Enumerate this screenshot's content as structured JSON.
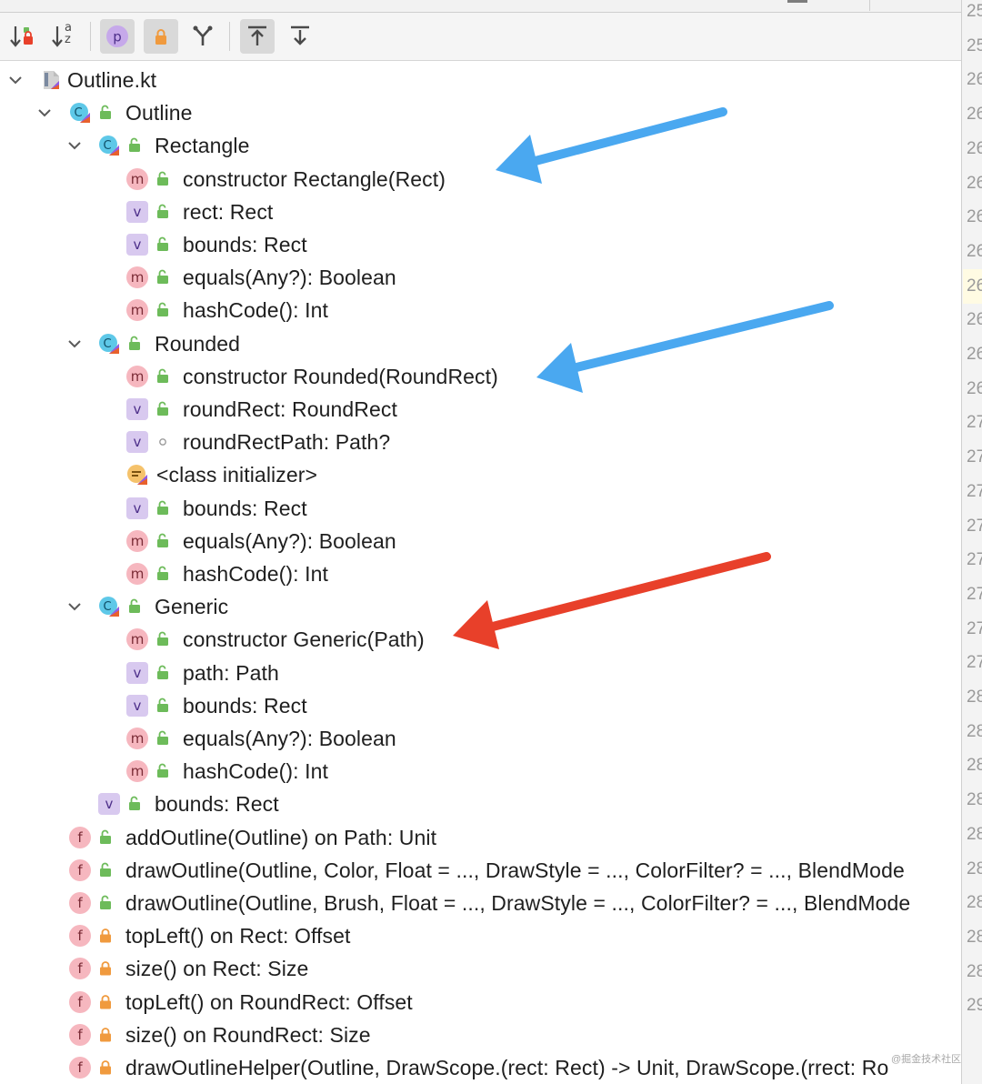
{
  "toolbar": {
    "buttons": [
      {
        "name": "sort-by-visibility-button",
        "icon": "sort-visibility-icon",
        "active": false
      },
      {
        "name": "sort-alphabetically-button",
        "icon": "sort-alpha-icon",
        "active": false
      },
      {
        "name": "show-properties-button",
        "icon": "property-icon",
        "active": true
      },
      {
        "name": "show-non-public-button",
        "icon": "lock-icon",
        "active": true
      },
      {
        "name": "show-inherited-button",
        "icon": "merge-icon",
        "active": false
      },
      {
        "name": "expand-all-button",
        "icon": "expand-all-icon",
        "active": true
      },
      {
        "name": "collapse-all-button",
        "icon": "collapse-all-icon",
        "active": false
      }
    ],
    "sort_az_label": "a z"
  },
  "tree": {
    "rows": [
      {
        "depth": 0,
        "expanded": true,
        "icon": "kotlin-file-icon",
        "visibility": "none",
        "label": "Outline.kt"
      },
      {
        "depth": 1,
        "expanded": true,
        "icon": "class-icon",
        "visibility": "public",
        "label": "Outline"
      },
      {
        "depth": 2,
        "expanded": true,
        "icon": "class-icon",
        "visibility": "public",
        "label": "Rectangle"
      },
      {
        "depth": 3,
        "icon": "method-icon",
        "badge": "m",
        "visibility": "public",
        "label": "constructor Rectangle(Rect)"
      },
      {
        "depth": 3,
        "icon": "variable-icon",
        "badge": "v",
        "visibility": "public",
        "label": "rect: Rect"
      },
      {
        "depth": 3,
        "icon": "variable-icon",
        "badge": "v",
        "visibility": "public",
        "label": "bounds: Rect"
      },
      {
        "depth": 3,
        "icon": "method-icon",
        "badge": "m",
        "visibility": "public",
        "label": "equals(Any?): Boolean"
      },
      {
        "depth": 3,
        "icon": "method-icon",
        "badge": "m",
        "visibility": "public",
        "label": "hashCode(): Int"
      },
      {
        "depth": 2,
        "expanded": true,
        "icon": "class-icon",
        "visibility": "public",
        "label": "Rounded"
      },
      {
        "depth": 3,
        "icon": "method-icon",
        "badge": "m",
        "visibility": "public",
        "label": "constructor Rounded(RoundRect)"
      },
      {
        "depth": 3,
        "icon": "variable-icon",
        "badge": "v",
        "visibility": "public",
        "label": "roundRect: RoundRect"
      },
      {
        "depth": 3,
        "icon": "variable-icon",
        "badge": "v",
        "visibility": "package",
        "label": "roundRectPath: Path?"
      },
      {
        "depth": 3,
        "icon": "class-initializer-icon",
        "visibility": "none",
        "label": "<class initializer>"
      },
      {
        "depth": 3,
        "icon": "variable-icon",
        "badge": "v",
        "visibility": "public",
        "label": "bounds: Rect"
      },
      {
        "depth": 3,
        "icon": "method-icon",
        "badge": "m",
        "visibility": "public",
        "label": "equals(Any?): Boolean"
      },
      {
        "depth": 3,
        "icon": "method-icon",
        "badge": "m",
        "visibility": "public",
        "label": "hashCode(): Int"
      },
      {
        "depth": 2,
        "expanded": true,
        "icon": "class-icon",
        "visibility": "public",
        "label": "Generic"
      },
      {
        "depth": 3,
        "icon": "method-icon",
        "badge": "m",
        "visibility": "public",
        "label": "constructor Generic(Path)"
      },
      {
        "depth": 3,
        "icon": "variable-icon",
        "badge": "v",
        "visibility": "public",
        "label": "path: Path"
      },
      {
        "depth": 3,
        "icon": "variable-icon",
        "badge": "v",
        "visibility": "public",
        "label": "bounds: Rect"
      },
      {
        "depth": 3,
        "icon": "method-icon",
        "badge": "m",
        "visibility": "public",
        "label": "equals(Any?): Boolean"
      },
      {
        "depth": 3,
        "icon": "method-icon",
        "badge": "m",
        "visibility": "public",
        "label": "hashCode(): Int"
      },
      {
        "depth": 2,
        "icon": "variable-icon",
        "badge": "v",
        "visibility": "public",
        "label": "bounds: Rect"
      },
      {
        "depth": 1,
        "icon": "function-icon",
        "badge": "f",
        "visibility": "public",
        "label": "addOutline(Outline) on Path: Unit"
      },
      {
        "depth": 1,
        "icon": "function-icon",
        "badge": "f",
        "visibility": "public",
        "label": "drawOutline(Outline, Color, Float = ..., DrawStyle = ..., ColorFilter? = ..., BlendMode"
      },
      {
        "depth": 1,
        "icon": "function-icon",
        "badge": "f",
        "visibility": "public",
        "label": "drawOutline(Outline, Brush, Float = ..., DrawStyle = ..., ColorFilter? = ..., BlendMode"
      },
      {
        "depth": 1,
        "icon": "function-icon",
        "badge": "f",
        "visibility": "private",
        "label": "topLeft() on Rect: Offset"
      },
      {
        "depth": 1,
        "icon": "function-icon",
        "badge": "f",
        "visibility": "private",
        "label": "size() on Rect: Size"
      },
      {
        "depth": 1,
        "icon": "function-icon",
        "badge": "f",
        "visibility": "private",
        "label": "topLeft() on RoundRect: Offset"
      },
      {
        "depth": 1,
        "icon": "function-icon",
        "badge": "f",
        "visibility": "private",
        "label": "size() on RoundRect: Size"
      },
      {
        "depth": 1,
        "icon": "function-icon",
        "badge": "f",
        "visibility": "private",
        "label": "drawOutlineHelper(Outline, DrawScope.(rect: Rect) -> Unit, DrawScope.(rrect: Ro"
      }
    ]
  },
  "gutter": {
    "line_numbers": [
      "25",
      "25",
      "26",
      "26",
      "26",
      "26",
      "26",
      "26",
      "26",
      "26",
      "26",
      "26",
      "27",
      "27",
      "27",
      "27",
      "27",
      "27",
      "27",
      "27",
      "28",
      "28",
      "28",
      "28",
      "28",
      "28",
      "28",
      "28",
      "28",
      "29"
    ],
    "current_line_index": 8
  },
  "annotations": [
    {
      "name": "blue-arrow-rectangle",
      "color": "#4aa8f0",
      "target": "constructor Rectangle(Rect)"
    },
    {
      "name": "blue-arrow-rounded",
      "color": "#4aa8f0",
      "target": "constructor Rounded(RoundRect)"
    },
    {
      "name": "red-arrow-generic",
      "color": "#e8402a",
      "target": "constructor Generic(Path)"
    }
  ],
  "colors": {
    "method_badge": "#f6b7bf",
    "variable_badge": "#d8c9ef",
    "class_icon": "#5ec8e8",
    "kotlin_accent": "#e8612c",
    "public_green": "#6dbb5a",
    "private_orange": "#f09a3e",
    "arrow_blue": "#4aa8f0",
    "arrow_red": "#e8402a"
  },
  "watermark": "@掘金技术社区"
}
